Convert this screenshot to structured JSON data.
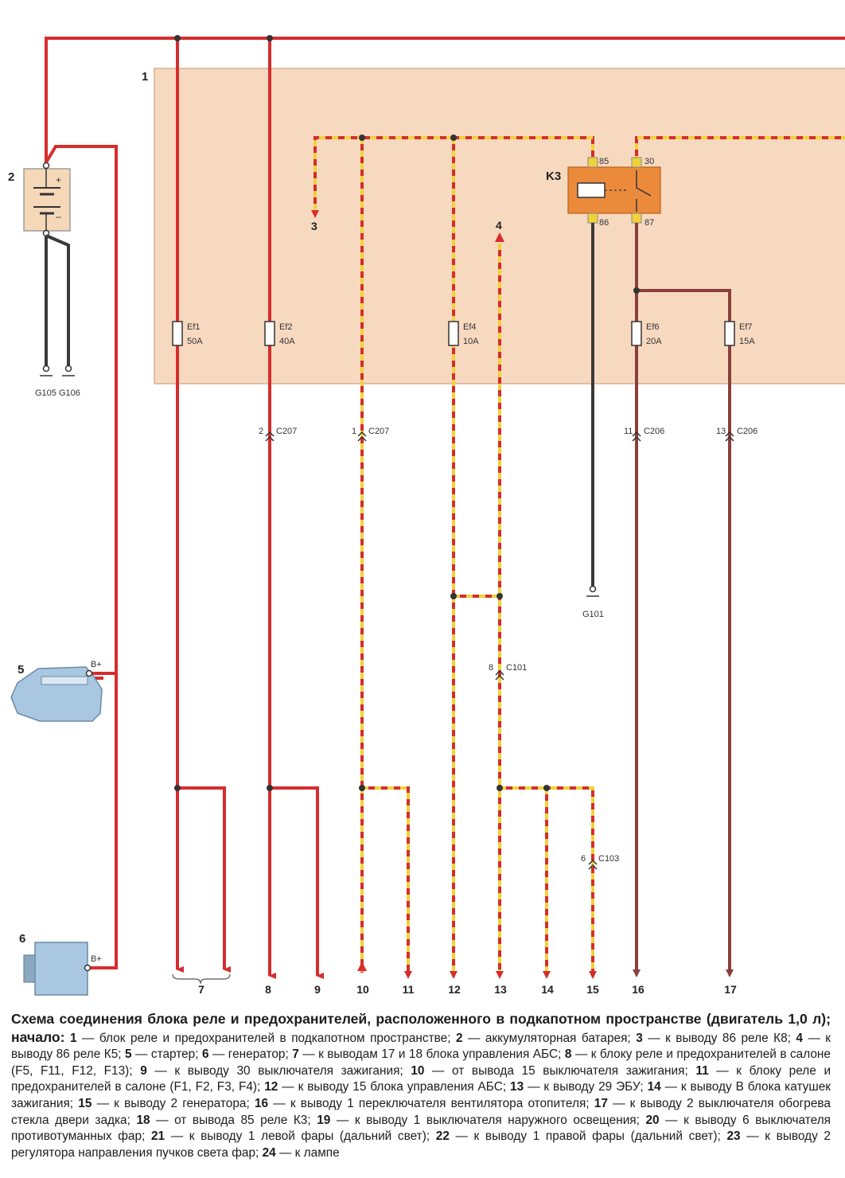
{
  "colors": {
    "red": "#d62d2d",
    "red_yellow_dash": "#f0d23a",
    "brown": "#8a3f3a",
    "black": "#3a3a3a",
    "gray": "#5e5e5e",
    "block_fill": "#f7d9c0",
    "relay_fill": "#ec8a3c",
    "component_fill": "#a9c7e0"
  },
  "block": {
    "number": "1"
  },
  "components": {
    "battery": {
      "number": "2",
      "plus": "+",
      "minus": "–"
    },
    "starter": {
      "number": "5",
      "terminal": "B+"
    },
    "generator": {
      "number": "6",
      "terminal": "B+"
    }
  },
  "relay": {
    "name": "K3",
    "pins": [
      "85",
      "30",
      "86",
      "87"
    ]
  },
  "fuses": [
    {
      "name": "Ef1",
      "rating": "50A"
    },
    {
      "name": "Ef2",
      "rating": "40A"
    },
    {
      "name": "Ef4",
      "rating": "10A"
    },
    {
      "name": "Ef6",
      "rating": "20A"
    },
    {
      "name": "Ef7",
      "rating": "15A"
    }
  ],
  "connectors": [
    {
      "pin": "2",
      "name": "C207"
    },
    {
      "pin": "1",
      "name": "C207"
    },
    {
      "pin": "11",
      "name": "C206"
    },
    {
      "pin": "13",
      "name": "C206"
    },
    {
      "pin": "8",
      "name": "C101"
    },
    {
      "pin": "6",
      "name": "C103"
    }
  ],
  "grounds": [
    "G105",
    "G106",
    "G101"
  ],
  "inner_labels": [
    "3",
    "4"
  ],
  "bottom_labels": [
    "7",
    "8",
    "9",
    "10",
    "11",
    "12",
    "13",
    "14",
    "15",
    "16",
    "17"
  ],
  "caption": {
    "title": "Схема соединения блока реле и предохранителей, расположенного в подкапотном пространстве (двигатель 1,0 л); начало:",
    "items": [
      {
        "n": "1",
        "t": "блок реле и предохранителей в подкапотном пространстве"
      },
      {
        "n": "2",
        "t": "аккумуляторная батарея"
      },
      {
        "n": "3",
        "t": "к выводу 86 реле К8"
      },
      {
        "n": "4",
        "t": "к выводу 86 реле К5"
      },
      {
        "n": "5",
        "t": "стартер"
      },
      {
        "n": "6",
        "t": "генератор"
      },
      {
        "n": "7",
        "t": "к выводам 17 и 18 блока управления АБС"
      },
      {
        "n": "8",
        "t": "к блоку реле и предохранителей в салоне (F5, F11, F12, F13)"
      },
      {
        "n": "9",
        "t": "к выводу 30 выключателя зажигания"
      },
      {
        "n": "10",
        "t": "от вывода 15 выключателя зажигания"
      },
      {
        "n": "11",
        "t": "к блоку реле и предохранителей в салоне (F1, F2, F3, F4)"
      },
      {
        "n": "12",
        "t": "к выводу 15 блока управления АБС"
      },
      {
        "n": "13",
        "t": "к выводу 29 ЭБУ"
      },
      {
        "n": "14",
        "t": "к выводу В блока катушек зажигания"
      },
      {
        "n": "15",
        "t": "к выводу 2 генератора"
      },
      {
        "n": "16",
        "t": "к выводу 1 переключателя вентилятора отопителя"
      },
      {
        "n": "17",
        "t": "к выводу 2 выключателя обогрева стекла двери задка"
      },
      {
        "n": "18",
        "t": "от вывода 85 реле К3"
      },
      {
        "n": "19",
        "t": "к выводу 1 выключателя наружного освещения"
      },
      {
        "n": "20",
        "t": "к выводу 6 выключателя противотуманных фар"
      },
      {
        "n": "21",
        "t": "к выводу 1 левой фары (дальний свет)"
      },
      {
        "n": "22",
        "t": "к выводу 1 правой фары (дальний свет)"
      },
      {
        "n": "23",
        "t": "к выводу 2 регулятора направления пучков света фар"
      },
      {
        "n": "24",
        "t": "к лампе"
      }
    ]
  }
}
